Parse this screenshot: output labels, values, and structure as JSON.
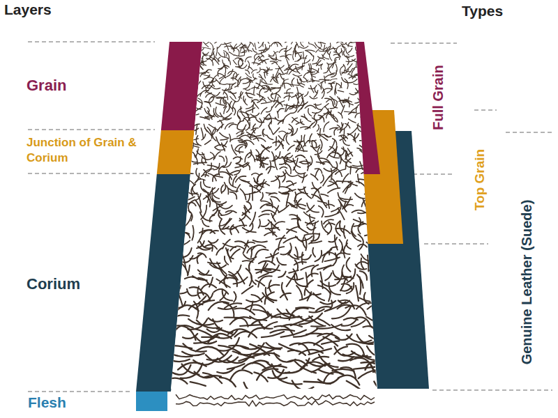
{
  "diagram": {
    "labels": [
      "Layers",
      "Types",
      "Grain",
      "Junction of Grain & Corium",
      "Corium",
      "Flesh",
      "Full Grain",
      "Top Grain",
      "Genuine Leather (Suede)"
    ]
  }
}
